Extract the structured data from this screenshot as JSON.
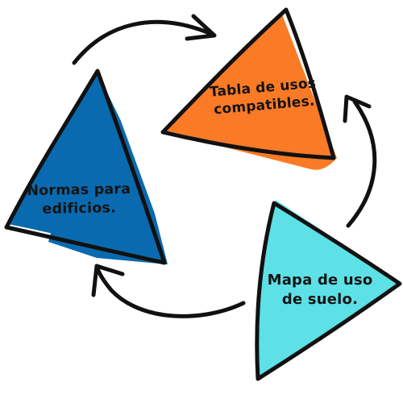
{
  "diagram": {
    "type": "cycle",
    "nodes": [
      {
        "id": "tabla",
        "lines": [
          "Tabla de usos",
          "compatibles."
        ],
        "color": "#fb7a26"
      },
      {
        "id": "normas",
        "lines": [
          "Normas para",
          "edificios."
        ],
        "color": "#0a6aaf"
      },
      {
        "id": "mapa",
        "lines": [
          "Mapa de uso",
          "de suelo."
        ],
        "color": "#5de0e6"
      }
    ],
    "arrows": [
      {
        "from": "normas",
        "to": "tabla"
      },
      {
        "from": "mapa",
        "to": "tabla"
      },
      {
        "from": "mapa",
        "to": "normas"
      }
    ],
    "outline_color": "#111111"
  }
}
